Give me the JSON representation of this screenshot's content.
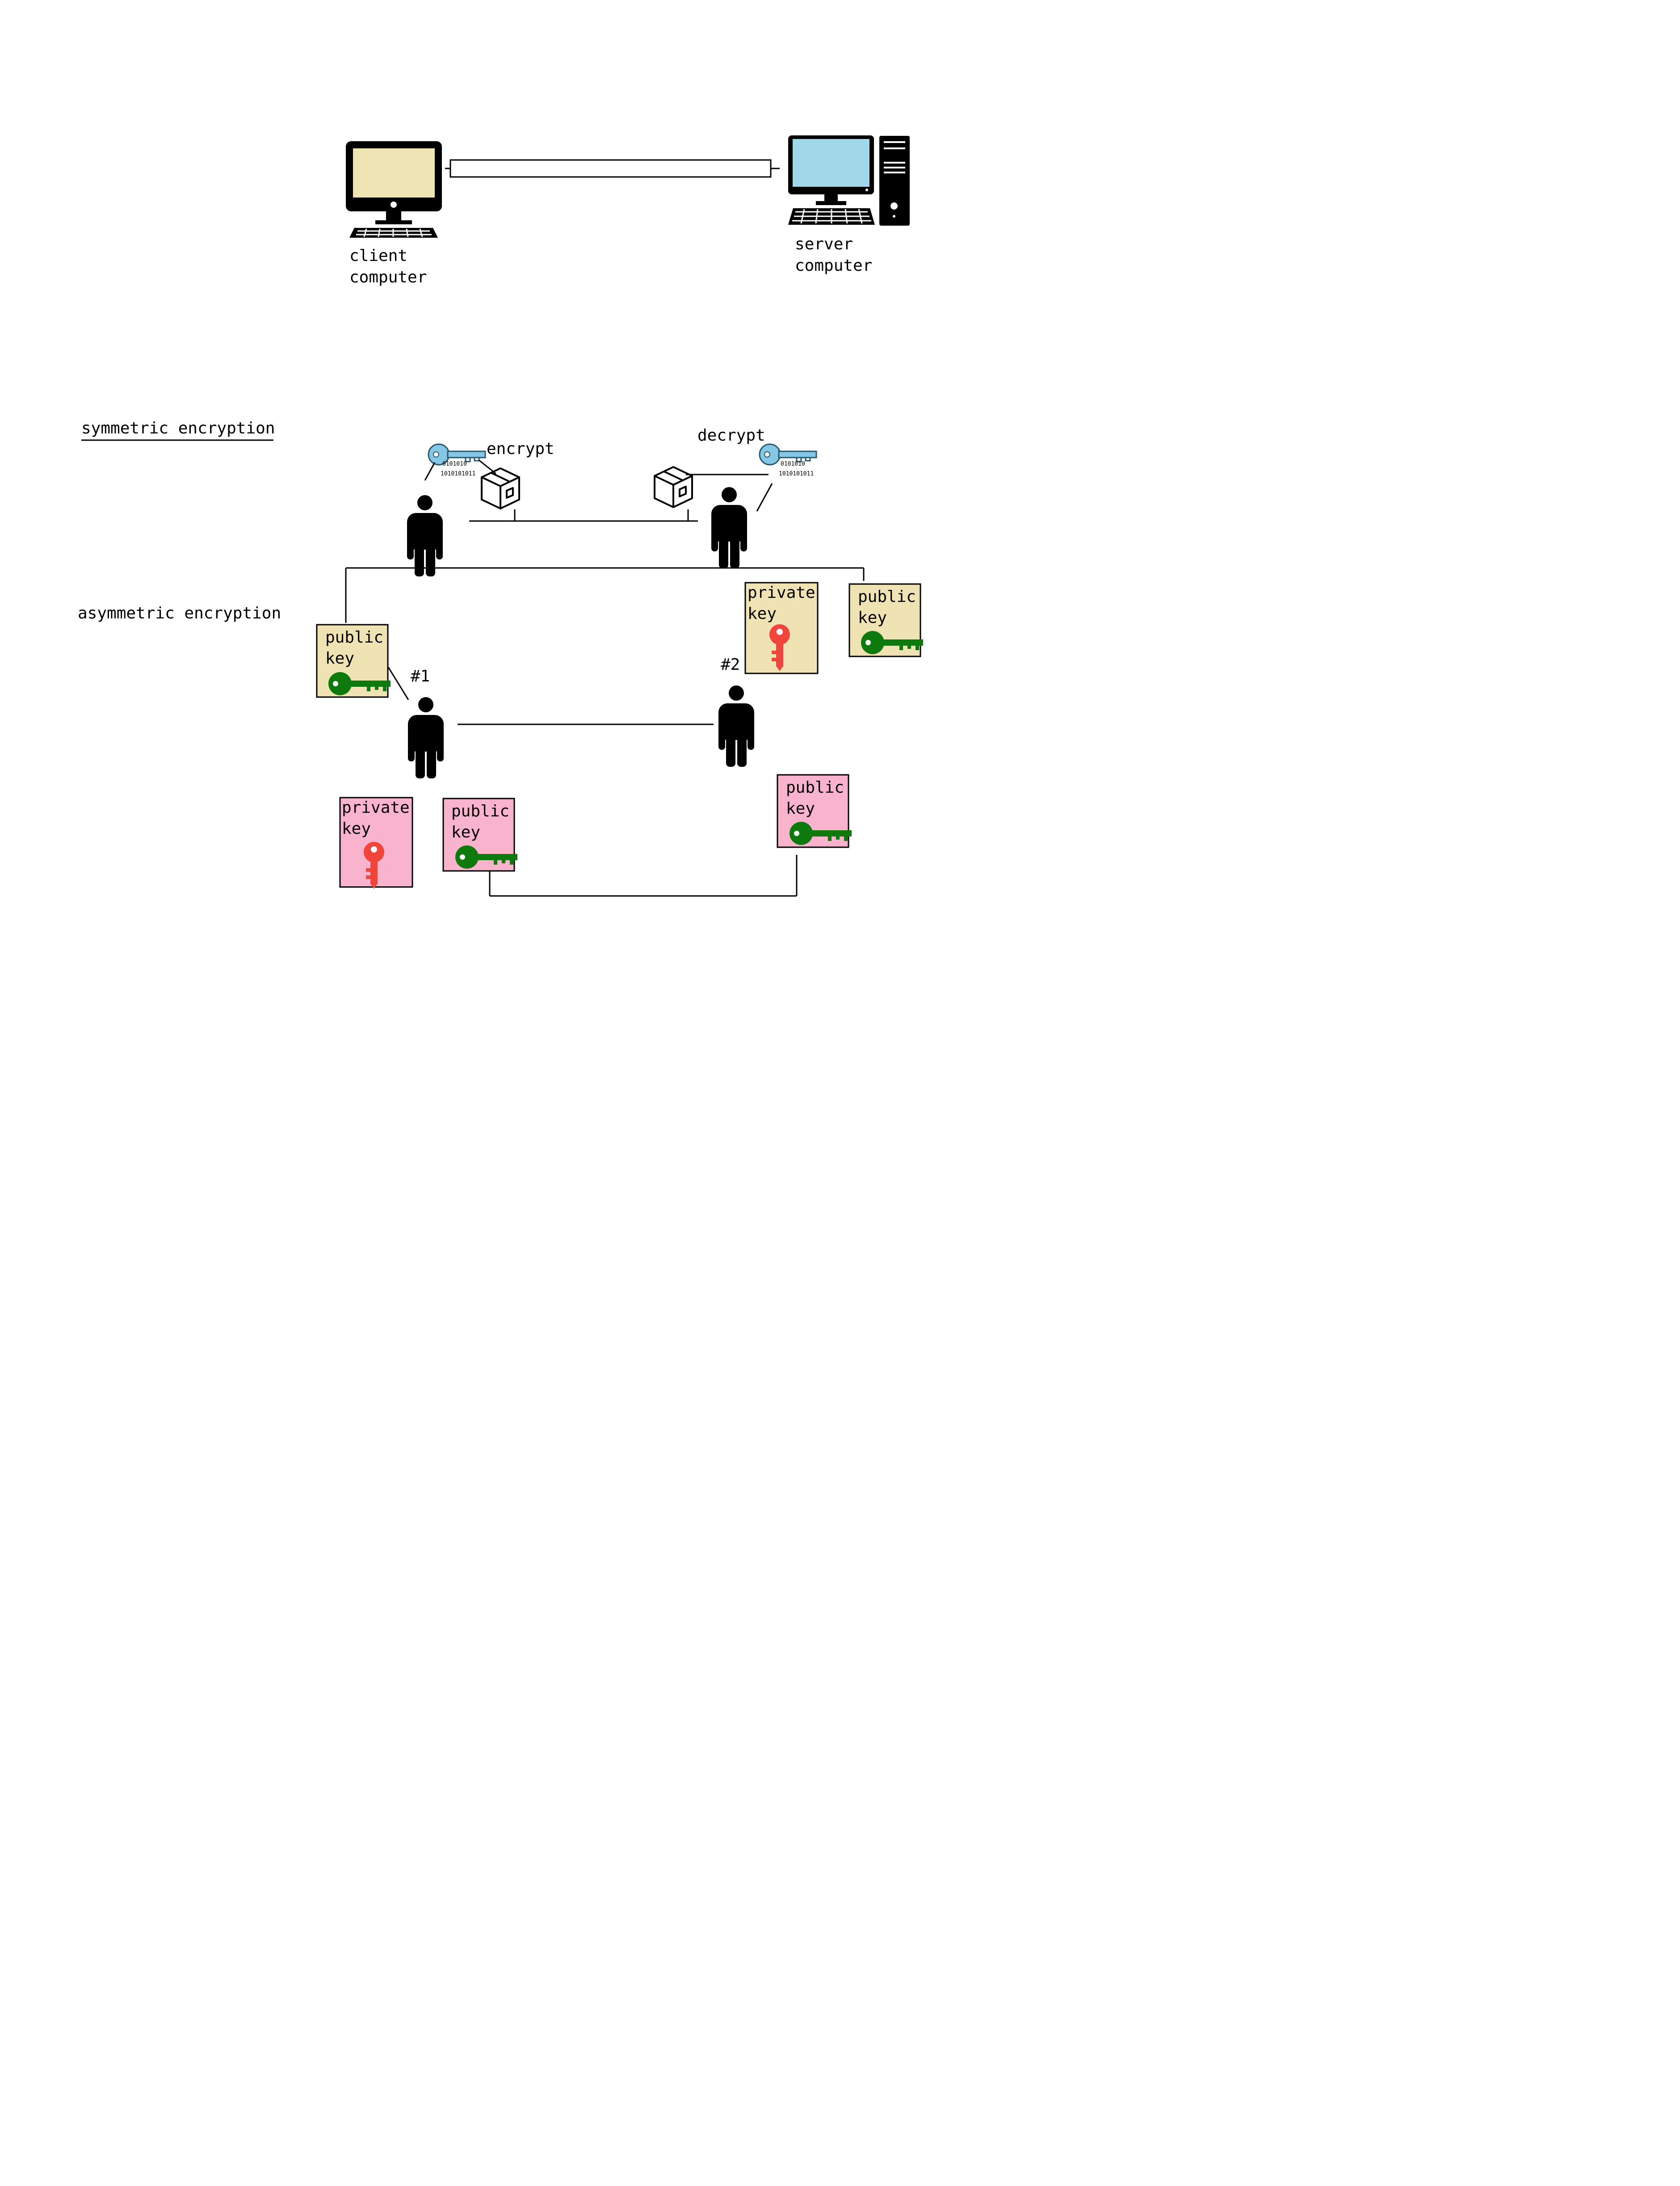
{
  "computers": {
    "client_label_line1": "client",
    "client_label_line2": "computer",
    "server_label_line1": "server",
    "server_label_line2": "computer"
  },
  "symmetric": {
    "title": "symmetric encryption",
    "encrypt_label": "encrypt",
    "decrypt_label": "decrypt",
    "key_bits_top": "0101010",
    "key_bits_bottom": "1010101011"
  },
  "asymmetric": {
    "title": "asymmetric encryption",
    "person1_label": "#1",
    "person2_label": "#2",
    "public_line1": "public",
    "private_line1": "private",
    "key_word": "key"
  },
  "colors": {
    "client_screen": "#efe4b4",
    "server_screen": "#a0d8ea",
    "sym_key": "#87c7e6",
    "card_tan": "#efe3b3",
    "card_pink": "#f9b3cc",
    "public_key": "#0e7a0d",
    "private_key": "#f1443a"
  }
}
